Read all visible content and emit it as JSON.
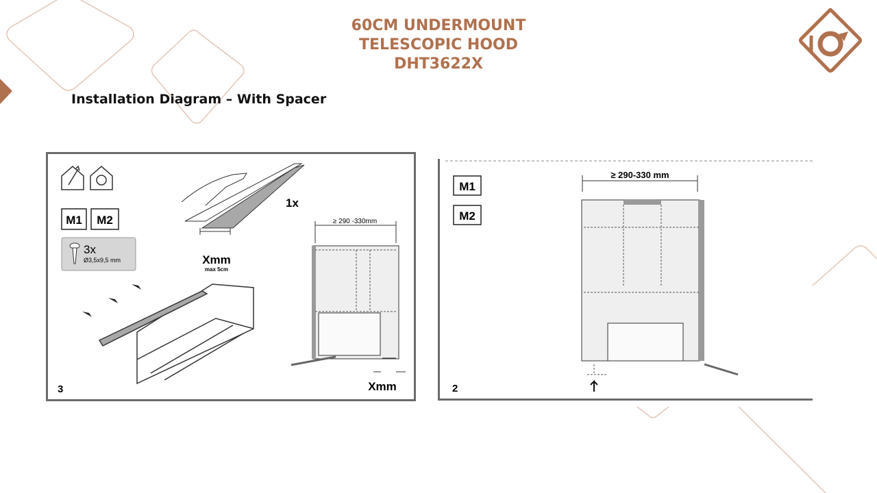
{
  "header": {
    "title_lines": [
      "60CM UNDERMOUNT",
      "TELESCOPIC HOOD",
      "DHT3622X"
    ],
    "subtitle": "Installation Diagram – With Spacer"
  },
  "colors": {
    "brand": "#b0714e",
    "frame": "#6b6b6b",
    "fill": "#ebebeb"
  },
  "panel_left": {
    "step": "3",
    "mode_1": "M1",
    "mode_2": "M2",
    "screw_qty": "3x",
    "screw_size": "Ø3,5x9,5 mm",
    "spacer_qty": "1x",
    "spacer_width": "Xmm",
    "spacer_max": "max 5cm",
    "dimension": "≥ 290 -330mm",
    "gap_label": "Xmm"
  },
  "panel_right": {
    "step": "2",
    "mode_1": "M1",
    "mode_2": "M2",
    "dimension": "≥ 290-330 mm"
  }
}
